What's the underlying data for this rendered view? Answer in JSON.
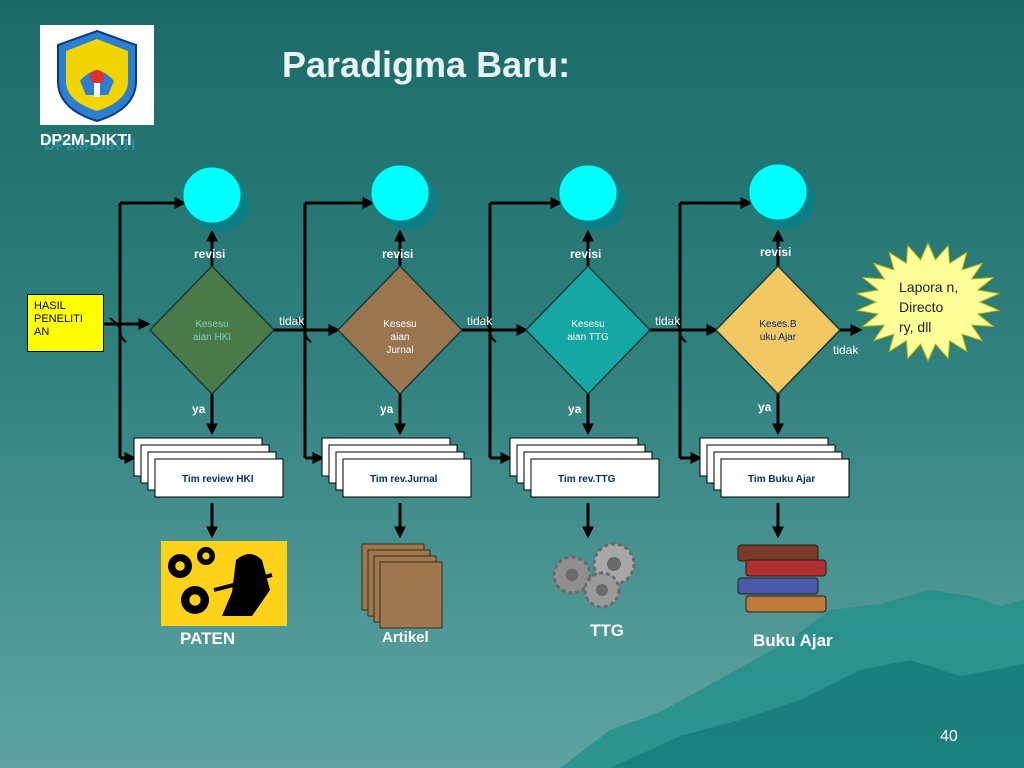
{
  "slide": {
    "title": "Paradigma Baru:",
    "org": "DP2M-DIKTI",
    "page_number": "40"
  },
  "input_box": "HASIL PENELITI AN",
  "flow_labels": {
    "revisi": "revisi",
    "ya": "ya",
    "tidak": "tidak"
  },
  "stages": [
    {
      "decision": "Kesesu aian HKI",
      "decision_color": "#4a7a48",
      "decision_text_color": "#7fd0c0",
      "team": "Tim review HKI",
      "output": "PATEN"
    },
    {
      "decision": "Kesesu aian Jurnal",
      "decision_color": "#9a7650",
      "decision_text_color": "#ffffff",
      "team": "Tim rev.Jurnal",
      "output": "Artikel"
    },
    {
      "decision": "Kesesu aian TTG",
      "decision_color": "#14a7a4",
      "decision_text_color": "#ffffff",
      "team": "Tim rev.TTG",
      "output": "TTG"
    },
    {
      "decision": "Keses.B uku Ajar",
      "decision_color": "#f2c862",
      "decision_text_color": "#0a2a7a",
      "team": "Tim Buku Ajar",
      "output": "Buku Ajar"
    }
  ],
  "final_output": "Lapora n, Directo ry, dll",
  "icons": [
    "university-seal-icon",
    "gears-worker-icon",
    "papers-stack-icon",
    "gears-icon",
    "books-stack-icon"
  ]
}
